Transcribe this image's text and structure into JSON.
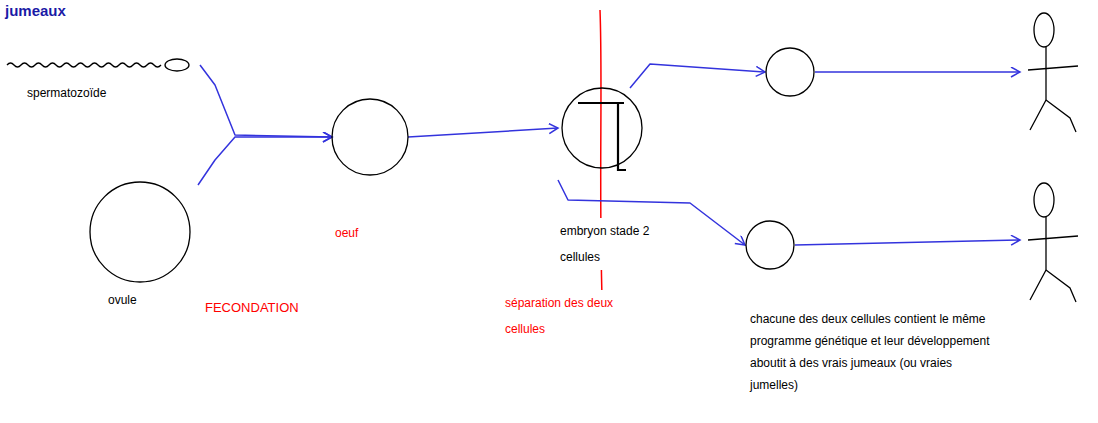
{
  "diagram": {
    "nodes": [
      {
        "text": [
          "spermatozoïde"
        ]
      },
      {
        "text": [
          "ovule"
        ]
      },
      {
        "text": [
          "oeuf"
        ]
      },
      {
        "text": [
          "embryon stade 2 cellules"
        ]
      },
      {
        "text": []
      },
      {
        "text": []
      },
      {
        "text": []
      },
      {
        "text": []
      }
    ],
    "edges": [
      {
        "from": 0,
        "to": 2,
        "arrow": "to"
      },
      {
        "from": 1,
        "to": 2,
        "arrow": "to"
      },
      {
        "from": 2,
        "to": 3,
        "arrow": "to"
      },
      {
        "from": 3,
        "to": 4,
        "arrow": "to"
      },
      {
        "from": 3,
        "to": 5,
        "arrow": "to"
      },
      {
        "from": 4,
        "to": 6,
        "arrow": "to"
      },
      {
        "from": 5,
        "to": 7,
        "arrow": "to"
      }
    ],
    "labels": [
      "jumeaux",
      "FECONDATION",
      "séparation des deux cellules",
      "chacune des deux cellules contient le même programme génétique et leur développement aboutit à des vrais jumeaux (ou vraies jumelles)"
    ]
  }
}
